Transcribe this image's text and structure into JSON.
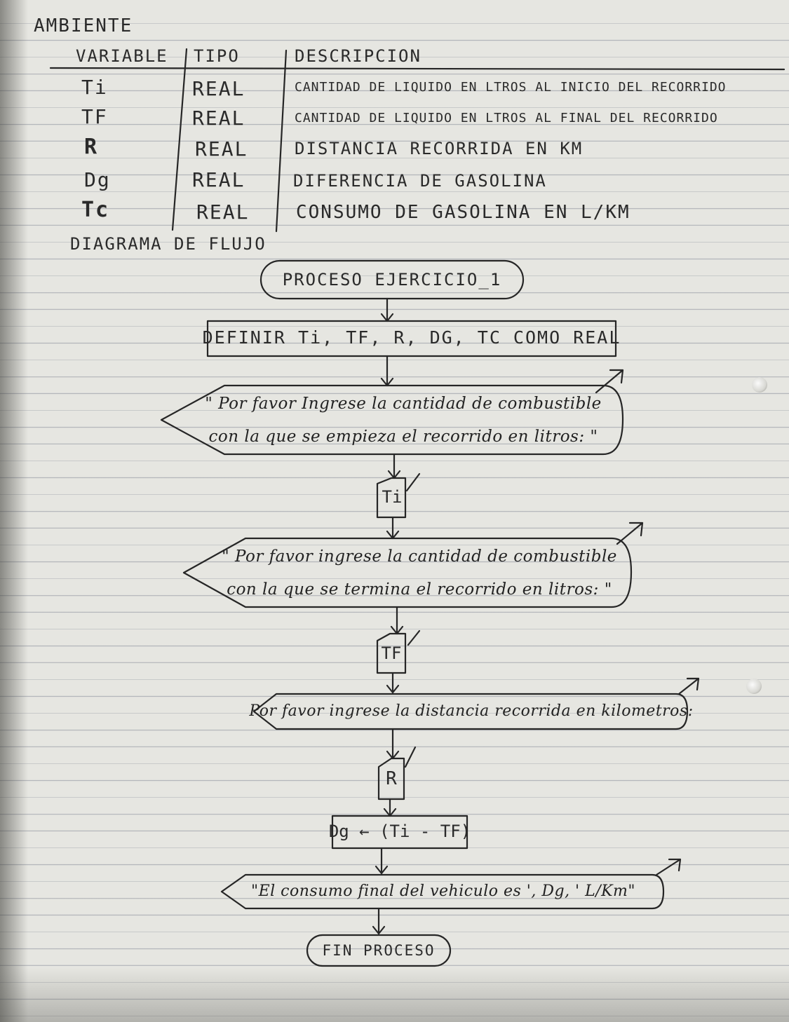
{
  "page_heading": "AMBIENTE",
  "table": {
    "headers": [
      "VARIABLE",
      "TIPO",
      "DESCRIPCION"
    ],
    "rows": [
      {
        "variable": "Ti",
        "tipo": "REAL",
        "descripcion": "CANTIDAD DE LIQUIDO EN LTROS AL INICIO DEL RECORRIDO"
      },
      {
        "variable": "TF",
        "tipo": "REAL",
        "descripcion": "CANTIDAD DE LIQUIDO EN LTROS AL FINAL DEL RECORRIDO"
      },
      {
        "variable": "R",
        "tipo": "REAL",
        "descripcion": "DISTANCIA RECORRIDA EN KM"
      },
      {
        "variable": "Dg",
        "tipo": "REAL",
        "descripcion": "DIFERENCIA DE GASOLINA"
      },
      {
        "variable": "Tc",
        "tipo": "REAL",
        "descripcion": "CONSUMO DE GASOLINA EN L/KM"
      }
    ]
  },
  "diagram": {
    "title": "DIAGRAMA DE FLUJO",
    "start": "PROCESO EJERCICIO_1",
    "define": "DEFINIR Ti, TF, R, DG, TC COMO REAL",
    "prompt1": {
      "line1": "\" Por favor Ingrese la cantidad de combustible",
      "line2": "con la que se empieza el recorrido en litros: \""
    },
    "read1": "Ti",
    "prompt2": {
      "line1": "\" Por favor ingrese la cantidad de combustible",
      "line2": "con la que se termina el recorrido en litros: \""
    },
    "read2": "TF",
    "prompt3": "Por favor ingrese la distancia recorrida en kilometros:",
    "read3": "R",
    "assign": "Dg ← (Ti - TF)",
    "output": "\"El consumo final del vehiculo es ', Dg, ' L/Km\"",
    "end": "FIN PROCESO"
  }
}
